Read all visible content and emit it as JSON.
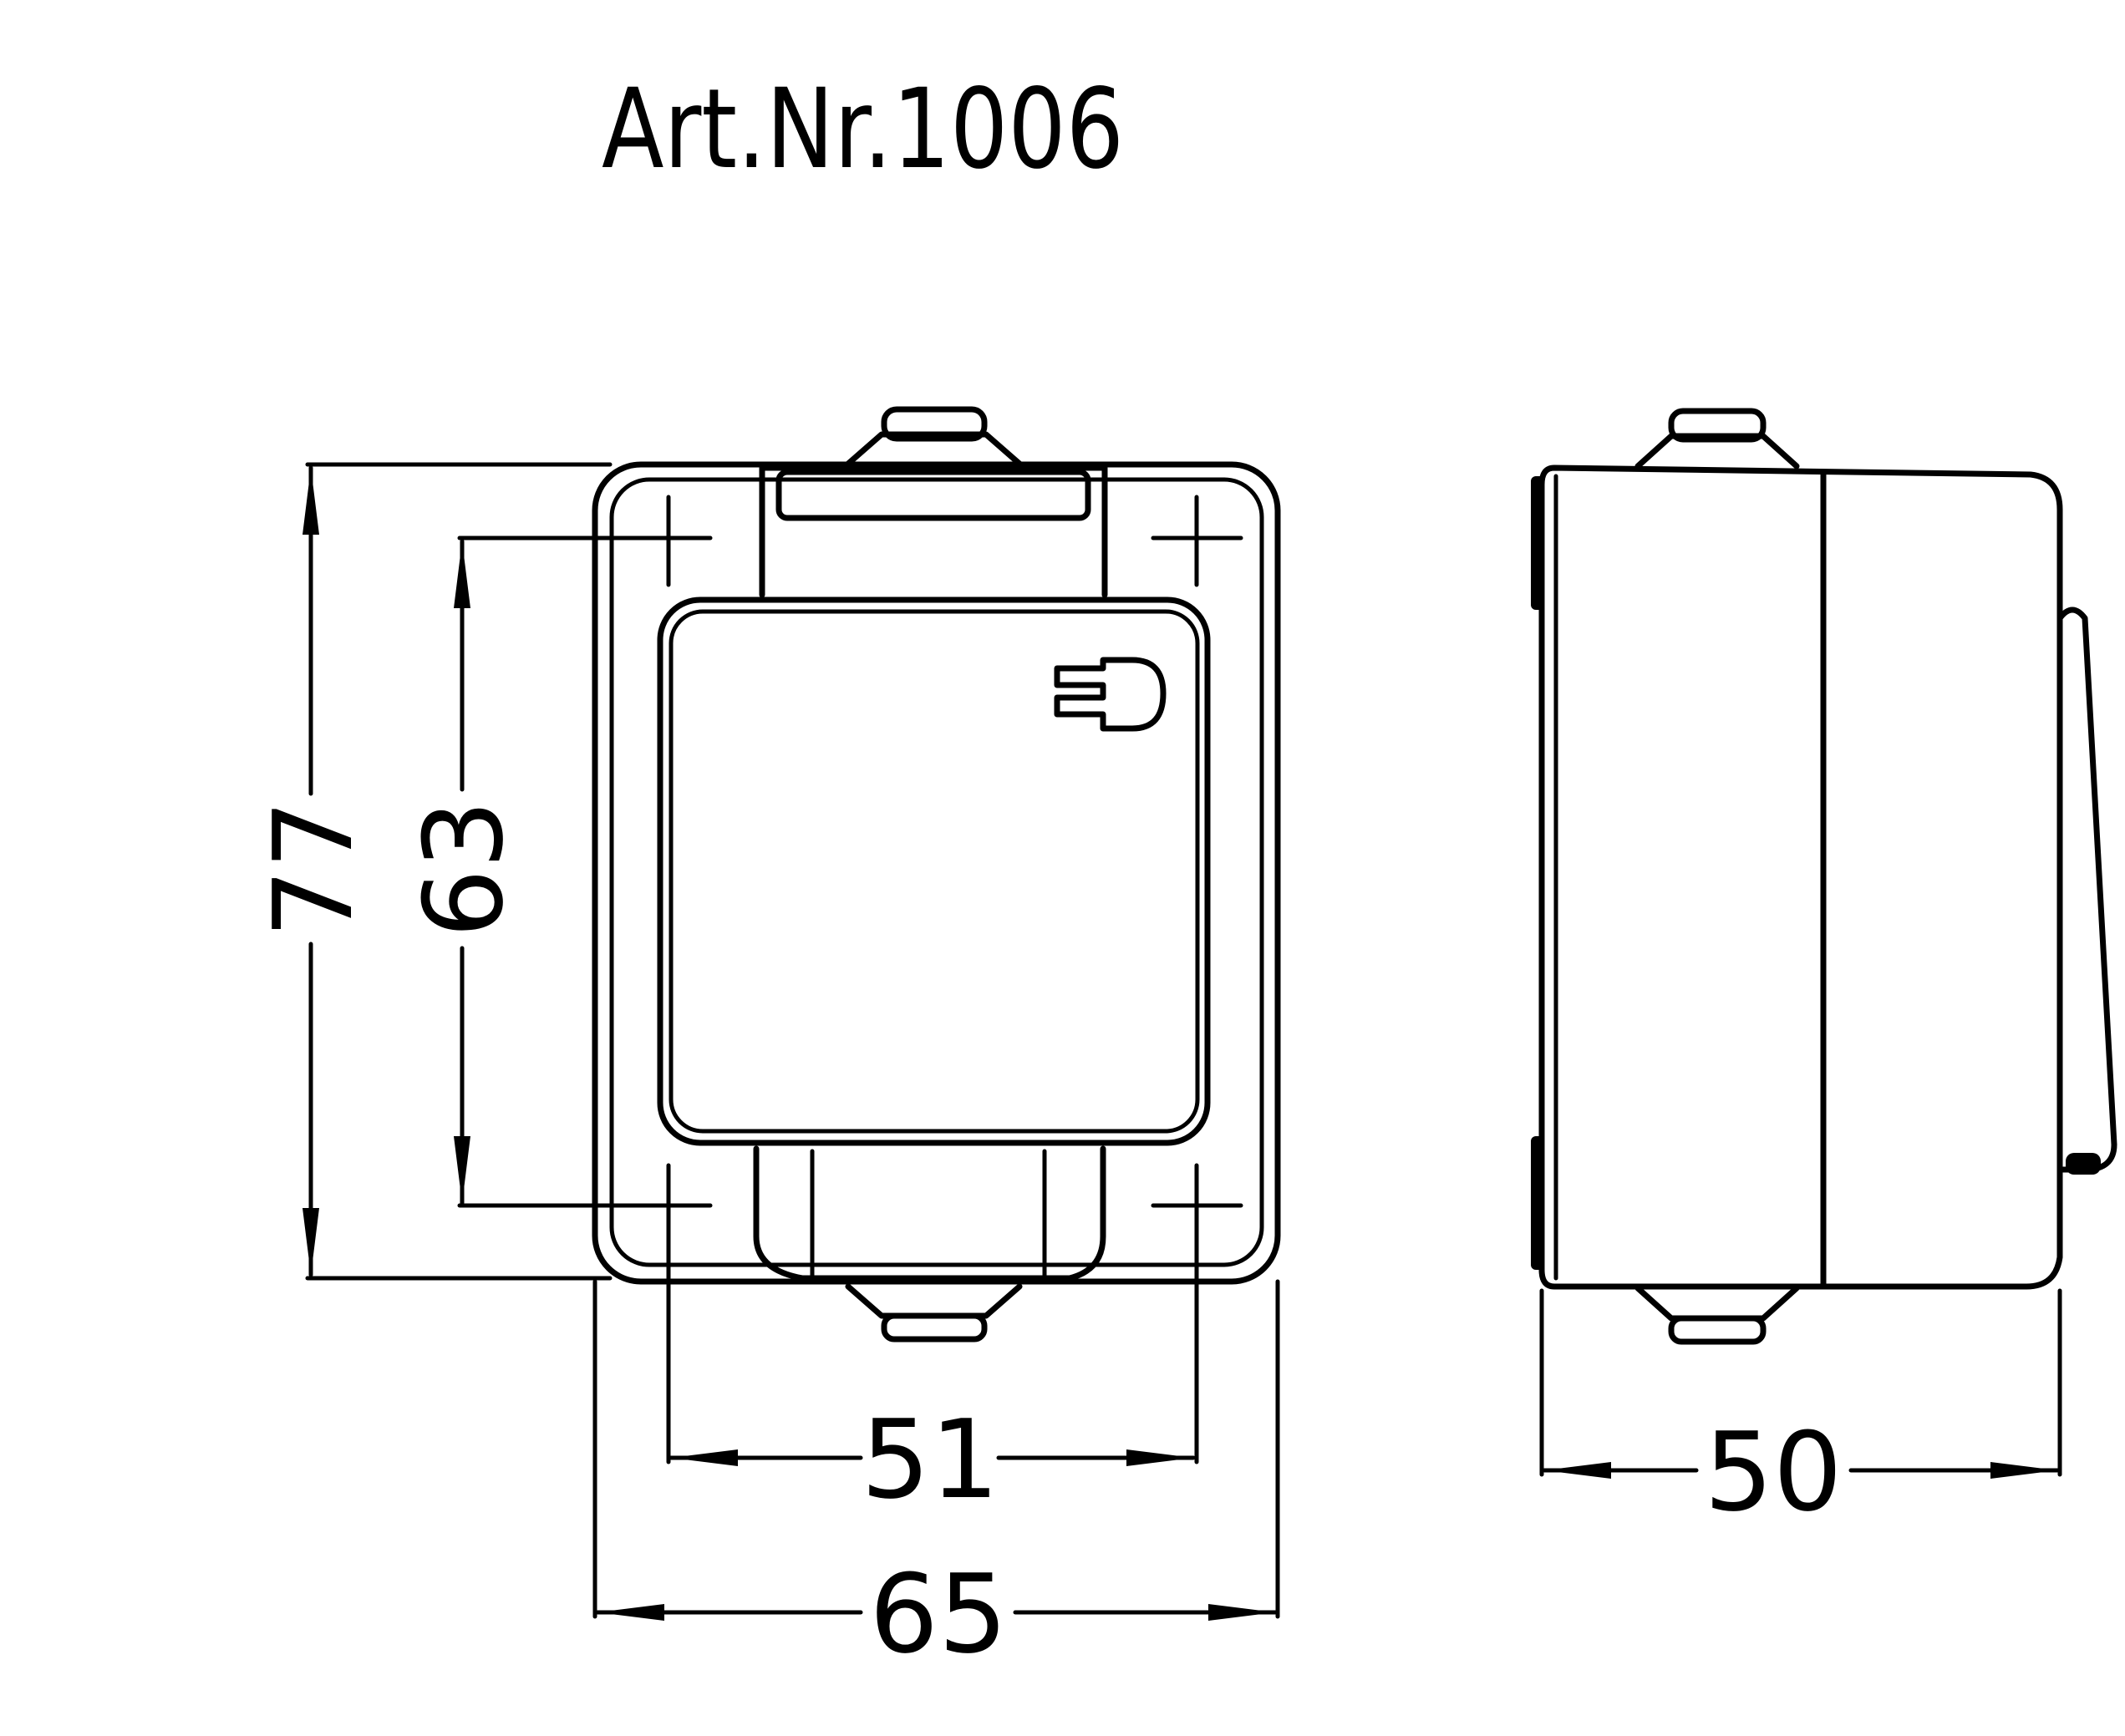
{
  "title": "Art.Nr.1006",
  "dimensions": {
    "height_outer": "77",
    "height_mount": "63",
    "width_mount": "51",
    "width_outer": "65",
    "depth": "50"
  },
  "colors": {
    "line": "#000000",
    "background": "#ffffff"
  }
}
